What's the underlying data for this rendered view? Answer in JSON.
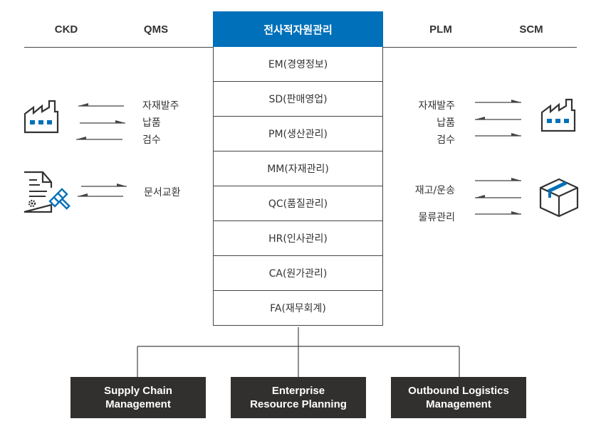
{
  "header": {
    "left_systems": [
      "CKD",
      "QMS"
    ],
    "right_systems": [
      "PLM",
      "SCM"
    ]
  },
  "erp": {
    "title": "전사적자원관리",
    "title_color": "#0070ba",
    "modules": [
      "EM(경영정보)",
      "SD(판매영업)",
      "PM(생산관리)",
      "MM(자재관리)",
      "QC(품질관리)",
      "HR(인사관리)",
      "CA(원가관리)",
      "FA(재무회계)"
    ]
  },
  "left_flows": {
    "factory_group": {
      "icon": "factory-icon",
      "items": [
        {
          "label": "자재발주",
          "direction": "from-erp"
        },
        {
          "label": "납품",
          "direction": "to-erp"
        },
        {
          "label": "검수",
          "direction": "from-erp"
        }
      ]
    },
    "document_group": {
      "icon": "document-approval-icon",
      "items": [
        {
          "label": "문서교환",
          "direction": "bidirectional"
        }
      ]
    }
  },
  "right_flows": {
    "factory_group": {
      "icon": "factory-icon",
      "items": [
        {
          "label": "자재발주",
          "direction": "to-partner"
        },
        {
          "label": "납품",
          "direction": "to-erp"
        },
        {
          "label": "검수",
          "direction": "to-partner"
        }
      ]
    },
    "box_group": {
      "icon": "package-box-icon",
      "items": [
        {
          "label": "재고/운송",
          "direction": "bidirectional"
        },
        {
          "label": "물류관리",
          "direction": "to-partner"
        }
      ]
    }
  },
  "bottom_boxes": [
    {
      "line1": "Supply Chain",
      "line2": "Management"
    },
    {
      "line1": "Enterprise",
      "line2": "Resource Planning"
    },
    {
      "line1": "Outbound Logistics",
      "line2": "Management"
    }
  ],
  "colors": {
    "accent": "#0070ba",
    "dark_box": "#31302e",
    "line": "#444444"
  }
}
